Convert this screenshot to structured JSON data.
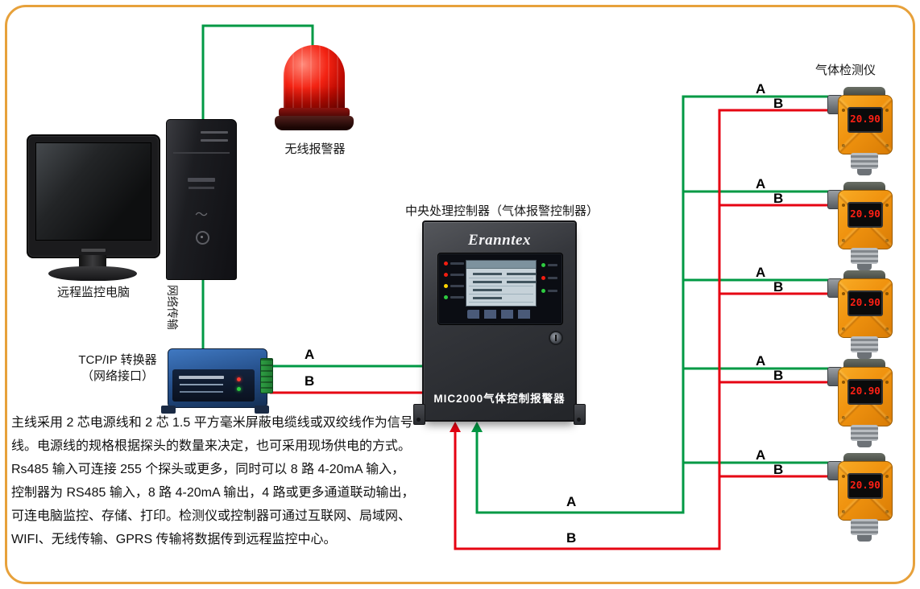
{
  "labels": {
    "monitor": "远程监控电脑",
    "network_transfer": "网络传输",
    "alarm": "无线报警器",
    "converter_line1": "TCP/IP 转换器",
    "converter_line2": "（网络接口）",
    "controller": "中央处理控制器（气体报警控制器）",
    "detectors": "气体检测仪",
    "wire_a": "A",
    "wire_b": "B"
  },
  "controller": {
    "brand": "Eranntex",
    "model": "MIC2000气体控制报警器"
  },
  "detector": {
    "reading": "20.90",
    "count": 5
  },
  "description_lines": [
    "主线采用 2 芯电源线和 2 芯 1.5 平方毫米屏蔽电缆线或双绞线作为信号",
    "线。电源线的规格根据探头的数量来决定，也可采用现场供电的方式。",
    "Rs485 输入可连接 255 个探头或更多，同时可以 8 路 4-20mA 输入，",
    "控制器为 RS485 输入，8 路 4-20mA 输出，4 路或更多通道联动输出，",
    "可连电脑监控、存储、打印。检测仪或控制器可通过互联网、局域网、",
    "WIFI、无线传输、GPRS 传输将数据传到远程监控中心。"
  ],
  "colors": {
    "wire_a": "#009944",
    "wire_b": "#E60012",
    "frame_border": "#E7A13B",
    "detector_body": "#F0930F"
  }
}
